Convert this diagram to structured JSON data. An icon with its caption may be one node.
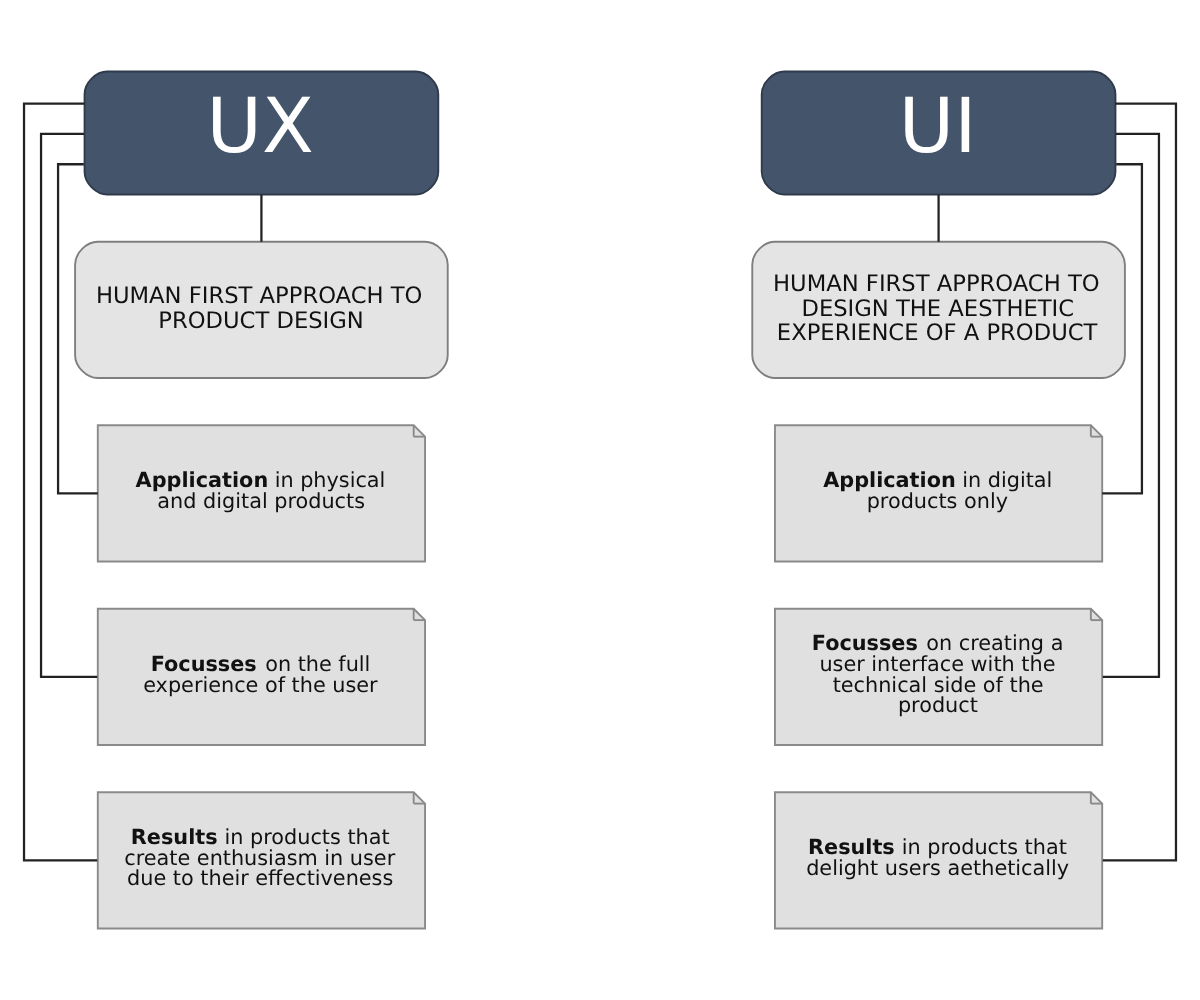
{
  "diagram": {
    "nodes": [
      {
        "text": [
          "UX"
        ]
      },
      {
        "text": [
          "HUMAN FIRST APPROACH TO PRODUCT DESIGN"
        ]
      },
      {
        "text": [
          "**Application** in physical and digital products"
        ]
      },
      {
        "text": [
          "**Focusses** on the full experience of the user"
        ]
      },
      {
        "text": [
          "**Results** in products that create enthusiasm in user due to their effectiveness"
        ]
      },
      {
        "text": [
          "UI"
        ]
      },
      {
        "text": [
          "HUMAN FIRST APPROACH TO DESIGN THE AESTHETIC EXPERIENCE OF A PRODUCT"
        ]
      },
      {
        "text": [
          "**Application** in digital products only"
        ]
      },
      {
        "text": [
          "**Focusses** on creating a user interface with the technical side of the product"
        ]
      },
      {
        "text": [
          "**Results** in products that delight users aethetically"
        ]
      }
    ],
    "edges": [
      {
        "from": 0,
        "to": 1,
        "arrow": "none"
      },
      {
        "from": 0,
        "to": 2,
        "arrow": "none"
      },
      {
        "from": 0,
        "to": 3,
        "arrow": "none"
      },
      {
        "from": 0,
        "to": 4,
        "arrow": "none"
      },
      {
        "from": 5,
        "to": 6,
        "arrow": "none"
      },
      {
        "from": 5,
        "to": 7,
        "arrow": "none"
      },
      {
        "from": 5,
        "to": 8,
        "arrow": "none"
      },
      {
        "from": 5,
        "to": 9,
        "arrow": "none"
      }
    ]
  }
}
